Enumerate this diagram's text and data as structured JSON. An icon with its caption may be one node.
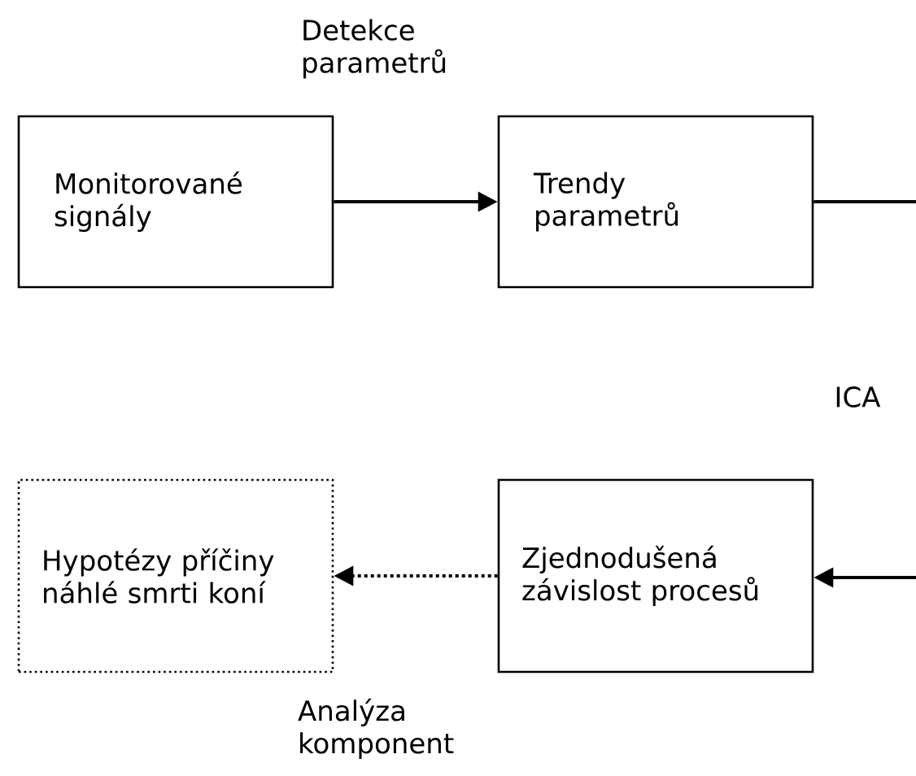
{
  "diagram": {
    "nodes": [
      {
        "text": [
          "Monitorované signály"
        ]
      },
      {
        "text": [
          "Trendy parametrů"
        ]
      },
      {
        "text": [
          "Hypotézy příčiny náhlé smrti koní"
        ]
      },
      {
        "text": [
          "Zjednodušená závislost procesů"
        ]
      }
    ],
    "edges": [
      {
        "from": 0,
        "to": 1,
        "arrow": "to",
        "label": "Detekce parametrů"
      },
      {
        "from": 1,
        "to": null,
        "arrow": "none"
      },
      {
        "from": null,
        "to": 3,
        "arrow": "to"
      },
      {
        "from": 3,
        "to": 2,
        "arrow": "to",
        "style": "dashed",
        "label": "Analýza komponent"
      }
    ],
    "labels": [
      "ICA"
    ]
  }
}
